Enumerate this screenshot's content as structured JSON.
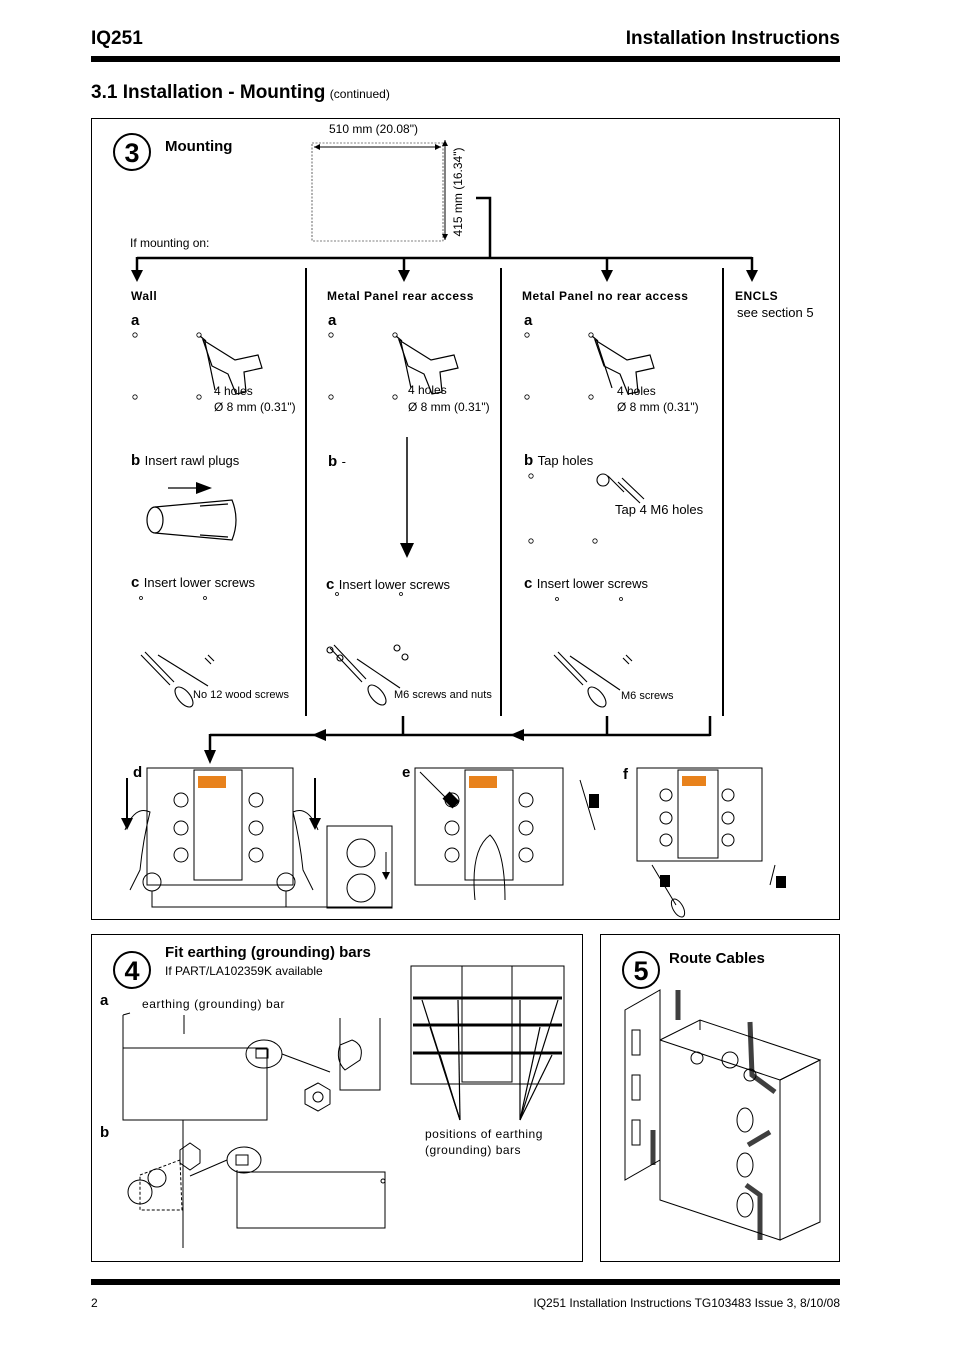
{
  "header": {
    "model": "IQ251",
    "doc_title": "Installation Instructions"
  },
  "section": {
    "title": "3.1 Installation - Mounting",
    "note": "(continued)"
  },
  "step3": {
    "number": "3",
    "title": "Mounting",
    "width_dim": "510 mm (20.08\")",
    "height_dim": "415 mm (16.34\")",
    "if_mounting": "If mounting on:",
    "columns": [
      {
        "title": "Wall",
        "a": "a",
        "holes": "4 holes",
        "dia": "Ø 8 mm (0.31\")",
        "b": "b",
        "b_text": "Insert rawl plugs",
        "c": "c",
        "c_text": "Insert lower screws",
        "screws": "No 12 wood screws"
      },
      {
        "title": "Metal Panel rear access",
        "a": "a",
        "holes": "4 holes",
        "dia": "Ø 8 mm (0.31\")",
        "b": "b",
        "b_text": "-",
        "c": "c",
        "c_text": "Insert lower screws",
        "screws": "M6 screws and nuts"
      },
      {
        "title": "Metal Panel no rear access",
        "a": "a",
        "holes": "4 holes",
        "dia": "Ø 8 mm (0.31\")",
        "b": "b",
        "b_text": "Tap holes",
        "tap": "Tap 4 M6 holes",
        "c": "c",
        "c_text": "Insert lower screws",
        "screws": "M6 screws"
      }
    ],
    "encls": {
      "title": "ENCLS",
      "text": "see section 5"
    },
    "d": "d",
    "e": "e",
    "f": "f"
  },
  "step4": {
    "number": "4",
    "title": "Fit earthing (grounding) bars",
    "subtitle": "If PART/LA102359K available",
    "a": "a",
    "b": "b",
    "bar_label": "earthing (grounding) bar",
    "positions": "positions of earthing (grounding) bars"
  },
  "step5": {
    "number": "5",
    "title": "Route Cables"
  },
  "footer": {
    "page": "2",
    "doc_ref": "IQ251 Installation Instructions TG103483 Issue 3, 8/10/08"
  }
}
